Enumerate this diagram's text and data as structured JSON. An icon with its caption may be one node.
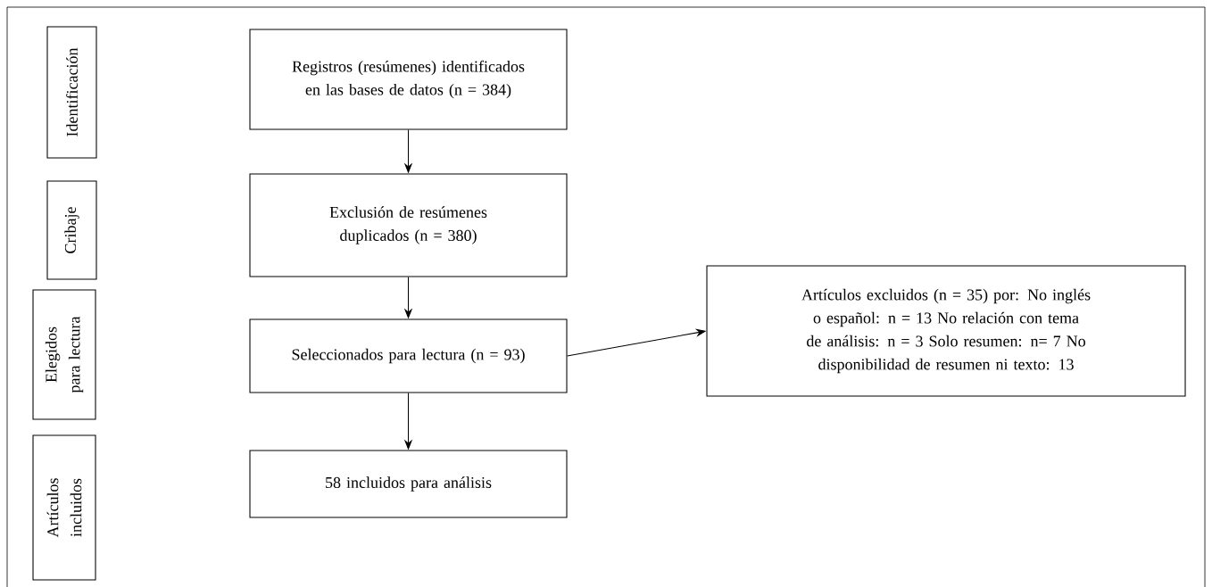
{
  "diagram": {
    "nodes": [
      {
        "text": [
          "Identificación"
        ]
      },
      {
        "text": [
          "Cribaje"
        ]
      },
      {
        "text": [
          "Elegidos para lectura"
        ]
      },
      {
        "text": [
          "Artículos incluidos"
        ]
      },
      {
        "text": [
          "Registros (resúmenes) identificados en las bases de datos (n = 384)"
        ]
      },
      {
        "text": [
          "Exclusión de resúmenes duplicados (n = 380)"
        ]
      },
      {
        "text": [
          "Seleccionados para lectura (n = 93)"
        ]
      },
      {
        "text": [
          "58 incluidos para análisis"
        ]
      },
      {
        "text": [
          "Artículos excluidos (n = 35) por: No inglés o español: n = 13 No relación con tema de análisis: n = 3 Solo resumen: n= 7 No disponibilidad de resumen ni texto: 13"
        ]
      }
    ],
    "edges": [
      {
        "from": 4,
        "to": 5,
        "arrow": "to"
      },
      {
        "from": 5,
        "to": 6,
        "arrow": "to"
      },
      {
        "from": 6,
        "to": 7,
        "arrow": "to"
      },
      {
        "from": 6,
        "to": 8,
        "arrow": "to"
      }
    ]
  }
}
